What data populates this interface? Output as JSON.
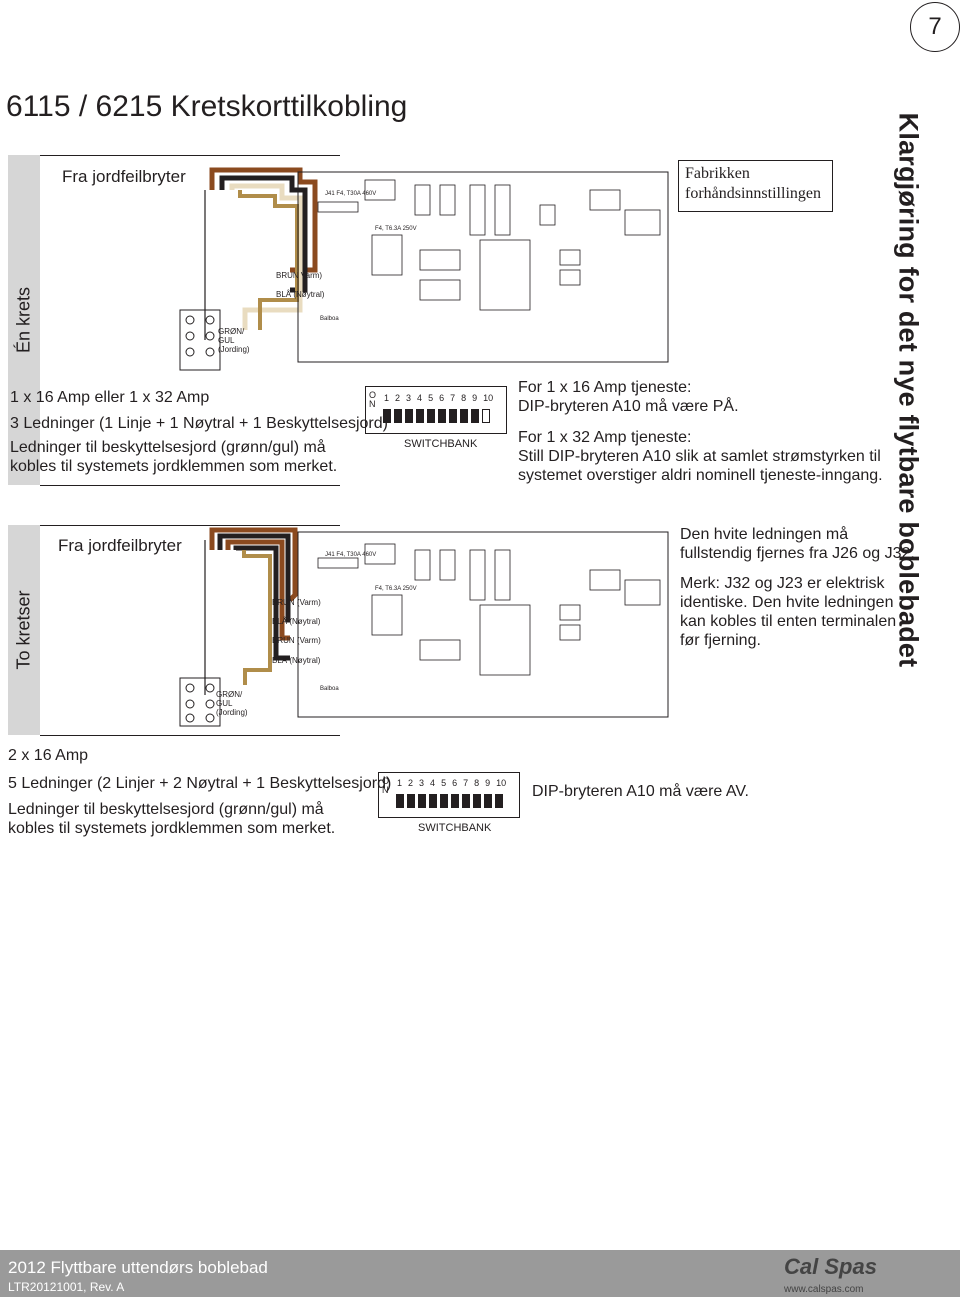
{
  "page_number": "7",
  "side_title": "Klargjøring for det nye flytbare boblebadet",
  "main_title": "6115 / 6215 Kretskorttilkobling",
  "section_one": {
    "bar_label": "Én krets",
    "from_label": "Fra jordfeilbryter",
    "amp_line": "1 x 16 Amp eller 1 x 32 Amp",
    "wires_line": "3 Ledninger (1 Linje + 1 Nøytral + 1 Beskyttelsesjord)",
    "ground_note_1": "Ledninger til beskyttelsesjord (grønn/gul) må",
    "ground_note_2": "kobles til systemets jordklemmen som merket.",
    "wire_brown": "BRUN",
    "wire_brown_desc": "Varm)",
    "wire_blue": "BLÅ",
    "wire_blue_desc": "(Nøytral)",
    "ground_1": "GRØN/",
    "ground_2": "GUL",
    "ground_3": "(Jording)",
    "factory_1": "Fabrikken",
    "factory_2": "forhåndsinnstillingen",
    "svc16_title": "For 1 x 16 Amp tjeneste:",
    "svc16_text": "DIP-bryteren A10 må være PÅ.",
    "svc32_title": "For 1 x 32 Amp tjeneste:",
    "svc32_text_1": "Still DIP-bryteren A10 slik at samlet strømstyrken til",
    "svc32_text_2": "systemet overstiger aldri nominell tjeneste-inngang.",
    "switchbank": "SWITCHBANK",
    "on_o": "O",
    "on_n": "N",
    "numbers": [
      "1",
      "2",
      "3",
      "4",
      "5",
      "6",
      "7",
      "8",
      "9",
      "10"
    ]
  },
  "section_two": {
    "bar_label": "To kretser",
    "from_label": "Fra jordfeilbryter",
    "amp_line": "2 x 16 Amp",
    "wires_line": "5 Ledninger (2 Linjer + 2 Nøytral + 1 Beskyttelsesjord)",
    "ground_note_1": "Ledninger til beskyttelsesjord (grønn/gul) må",
    "ground_note_2": "kobles til systemets jordklemmen som merket.",
    "wire_brown": "BRUN",
    "wire_brown_desc": "(Varm)",
    "wire_blue": "BLÅ",
    "wire_blue_desc": "(Nøytral)",
    "ground_1": "GRØN/",
    "ground_2": "GUL",
    "ground_3": "(Jording)",
    "white_wire_note_1": "Den hvite ledningen må",
    "white_wire_note_2": "fullstendig fjernes fra J26 og J32.",
    "merk_1": "Merk: J32 og J23 er elektrisk",
    "merk_2": "identiske. Den hvite ledningen",
    "merk_3": "kan kobles til enten terminalen",
    "merk_4": "før fjerning.",
    "dip_text": "DIP-bryteren A10 må være AV.",
    "switchbank": "SWITCHBANK",
    "on_o": "O",
    "on_n": "N",
    "numbers": [
      "1",
      "2",
      "3",
      "4",
      "5",
      "6",
      "7",
      "8",
      "9",
      "10"
    ]
  },
  "footer": {
    "title": "2012 Flyttbare uttendørs boblebad",
    "revision": "LTR20121001, Rev. A",
    "logo": "Cal Spas",
    "url": "www.calspas.com"
  },
  "colors": {
    "brown": "#8b4a1f",
    "blue": "#231f20",
    "white_wire": "#e9dcc0",
    "bar_gray": "#d6d6d6",
    "footer_gray": "#9a9a9a"
  }
}
